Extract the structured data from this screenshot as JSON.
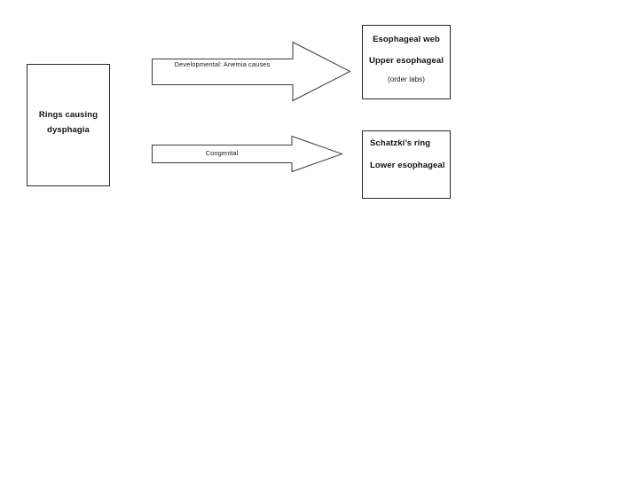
{
  "diagram": {
    "title": "Rings causing dysphagia flowchart",
    "background_color": "#ffffff",
    "line_color": "#2b2b2b",
    "text_color": "#111111"
  },
  "source": {
    "line_1": "Rings causing",
    "line_2": "dysphagia"
  },
  "arrows": [
    {
      "name": "developmental-arrow",
      "label": "Developmental: Anemia causes"
    },
    {
      "name": "congenital-arrow",
      "label": "Congenital"
    }
  ],
  "targets": {
    "esophageal_web": {
      "line_1": "Esophageal web",
      "line_2": "Upper esophageal",
      "line_3": "(order labs)"
    },
    "schatzki_ring": {
      "line_1": "Schatzki’s ring",
      "line_2": "Lower esophageal"
    }
  }
}
